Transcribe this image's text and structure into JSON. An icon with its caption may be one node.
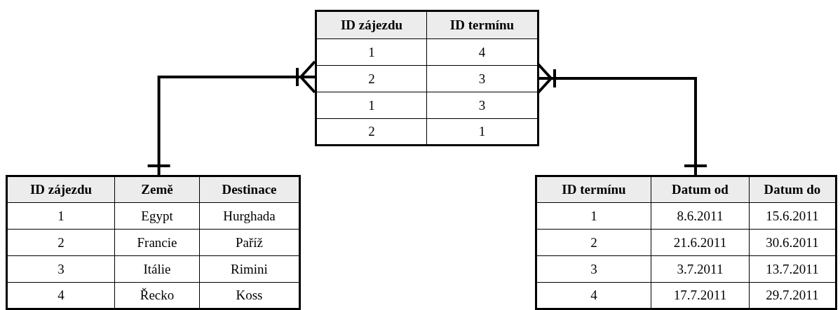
{
  "diagram": {
    "nodes": [
      {
        "text": [
          "ID zájezdu",
          "ID termínu",
          "1",
          "4",
          "2",
          "3",
          "1",
          "3",
          "2",
          "1"
        ]
      },
      {
        "text": [
          "ID zájezdu",
          "Země",
          "Destinace",
          "1",
          "Egypt",
          "Hurghada",
          "2",
          "Francie",
          "Paříž",
          "3",
          "Itálie",
          "Rimini",
          "4",
          "Řecko",
          "Koss"
        ]
      },
      {
        "text": [
          "ID termínu",
          "Datum od",
          "Datum do",
          "1",
          "8.6.2011",
          "15.6.2011",
          "2",
          "21.6.2011",
          "30.6.2011",
          "3",
          "3.7.2011",
          "13.7.2011",
          "4",
          "17.7.2011",
          "29.7.2011"
        ]
      }
    ],
    "edges": [
      {
        "from": 1,
        "to": 0,
        "arrow": "other"
      },
      {
        "from": 2,
        "to": 0,
        "arrow": "other"
      }
    ]
  }
}
